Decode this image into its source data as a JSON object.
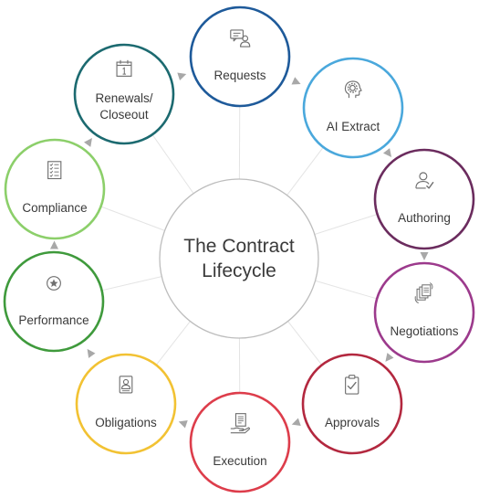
{
  "center": {
    "title_line1": "The Contract",
    "title_line2": "Lifecycle"
  },
  "stages": [
    {
      "id": "requests",
      "lines": [
        "Requests"
      ],
      "color": "#1e5a9a",
      "icon": "chat-person-icon"
    },
    {
      "id": "ai-extract",
      "lines": [
        "AI Extract"
      ],
      "color": "#4aa8dc",
      "icon": "head-gear-icon"
    },
    {
      "id": "authoring",
      "lines": [
        "Authoring"
      ],
      "color": "#6b2c5e",
      "icon": "person-check-icon"
    },
    {
      "id": "negotiations",
      "lines": [
        "Negotiations"
      ],
      "color": "#9c3a8c",
      "icon": "documents-cycle-icon"
    },
    {
      "id": "approvals",
      "lines": [
        "Approvals"
      ],
      "color": "#b3283f",
      "icon": "clipboard-check-icon"
    },
    {
      "id": "execution",
      "lines": [
        "Execution"
      ],
      "color": "#dd3d4b",
      "icon": "hand-document-icon"
    },
    {
      "id": "obligations",
      "lines": [
        "Obligations"
      ],
      "color": "#f2c233",
      "icon": "id-badge-icon"
    },
    {
      "id": "performance",
      "lines": [
        "Performance"
      ],
      "color": "#3f9a3c",
      "icon": "star-circle-icon"
    },
    {
      "id": "compliance",
      "lines": [
        "Compliance"
      ],
      "color": "#8ccf6a",
      "icon": "checklist-icon"
    },
    {
      "id": "renewals",
      "lines": [
        "Renewals/",
        "Closeout"
      ],
      "color": "#1c6a70",
      "icon": "calendar-icon"
    }
  ],
  "colors": {
    "arrow": "#a8a8a8",
    "spoke": "#e4e4e4",
    "icon": "#6f6f6f",
    "center_ring": "#bdbdbd"
  }
}
